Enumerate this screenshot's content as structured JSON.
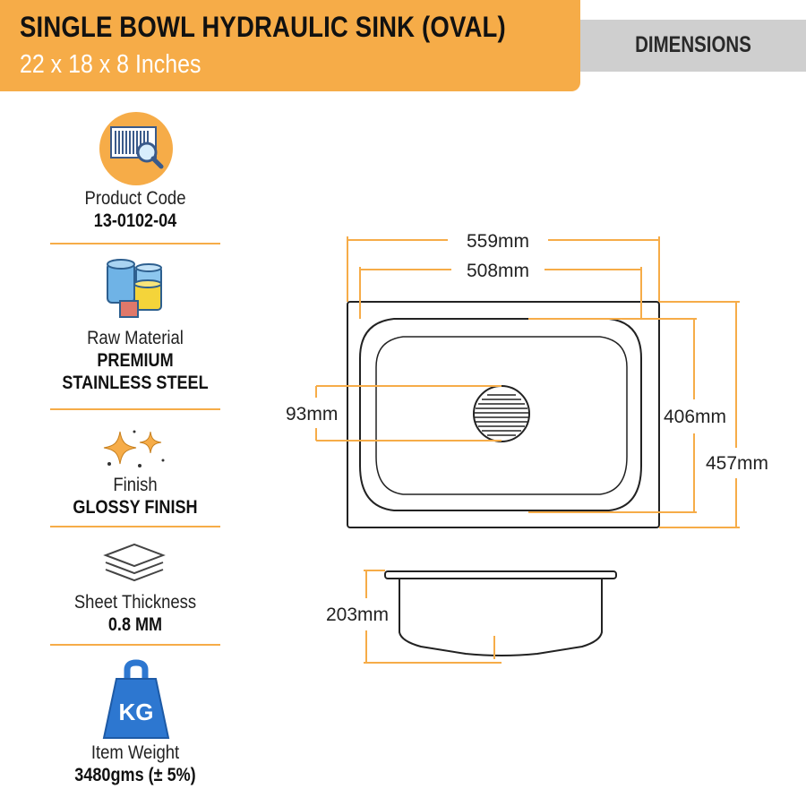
{
  "header": {
    "title": "SINGLE BOWL HYDRAULIC SINK (OVAL)",
    "subtitle": "22 x 18 x 8 Inches",
    "dimensions_tab": "DIMENSIONS"
  },
  "specs": [
    {
      "label": "Product Code",
      "value": "13-0102-04",
      "icon": "barcode-search-icon"
    },
    {
      "label": "Raw Material",
      "value_lines": [
        "PREMIUM",
        "STAINLESS STEEL"
      ],
      "icon": "material-barrels-icon"
    },
    {
      "label": "Finish",
      "value": "GLOSSY FINISH",
      "icon": "sparkle-icon"
    },
    {
      "label": "Sheet Thickness",
      "value": "0.8 MM",
      "icon": "sheet-stack-icon"
    },
    {
      "label": "Item Weight",
      "value": "3480gms (± 5%)",
      "icon": "kg-weight-icon",
      "icon_text": "KG"
    }
  ],
  "dimensions": {
    "overall_width": "559mm",
    "bowl_width": "508mm",
    "drain_diameter": "93mm",
    "bowl_length": "406mm",
    "overall_length": "457mm",
    "depth": "203mm"
  },
  "colors": {
    "accent": "#f6ac48",
    "dimension_gray": "#cfcfcf",
    "icon_blue": "#2d77d0"
  }
}
